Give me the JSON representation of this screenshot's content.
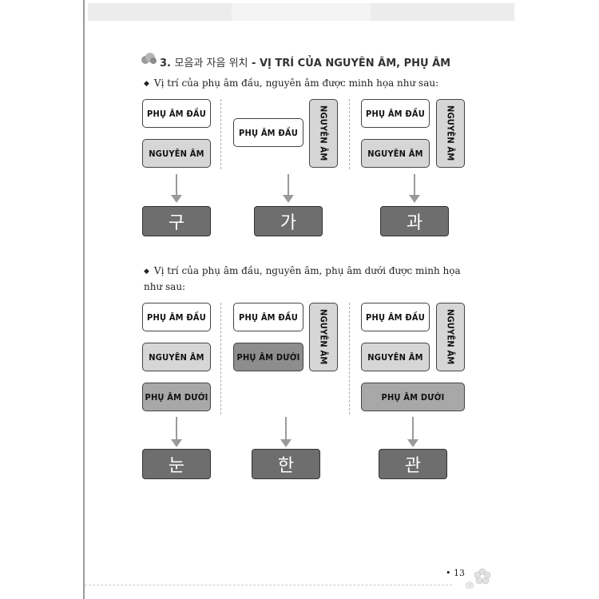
{
  "heading": {
    "number": "3.",
    "korean": "모음과 자음 위치",
    "separator": "-",
    "vietnamese": "VỊ TRÍ CỦA NGUYÊN ÂM, PHỤ ÂM"
  },
  "section1": {
    "bullet": "Vị trí của phụ âm đầu, nguyên âm được minh họa như sau:",
    "diagram1": {
      "top": "PHỤ ÂM ĐẦU",
      "bottom": "NGUYÊN ÂM",
      "result": "구"
    },
    "diagram2": {
      "left": "PHỤ ÂM ĐẦU",
      "right": "NGUYÊN ÂM",
      "result": "가"
    },
    "diagram3": {
      "top_left": "PHỤ ÂM ĐẦU",
      "bottom_left": "NGUYÊN ÂM",
      "right": "NGUYÊN ÂM",
      "result": "과"
    }
  },
  "section2": {
    "bullet_line1": "Vị trí của phụ âm đầu, nguyên âm, phụ âm dưới được minh họa",
    "bullet_line2": "như sau:",
    "diagram1": {
      "top": "PHỤ ÂM ĐẦU",
      "middle": "NGUYÊN ÂM",
      "bottom": "PHỤ ÂM DƯỚI",
      "result": "눈"
    },
    "diagram2": {
      "top": "PHỤ ÂM ĐẦU",
      "bottom": "PHỤ ÂM DƯỚI",
      "right": "NGUYÊN ÂM",
      "result": "한"
    },
    "diagram3": {
      "top": "PHỤ ÂM ĐẦU",
      "middle": "NGUYÊN ÂM",
      "right": "NGUYÊN ÂM",
      "bottom": "PHỤ ÂM DƯỚI",
      "result": "관"
    }
  },
  "footer": {
    "page_number": "• 13"
  },
  "colors": {
    "result_fill": "#6e6e6e",
    "light_fill": "#d6d6d6",
    "mid_fill": "#a8a8a8"
  }
}
